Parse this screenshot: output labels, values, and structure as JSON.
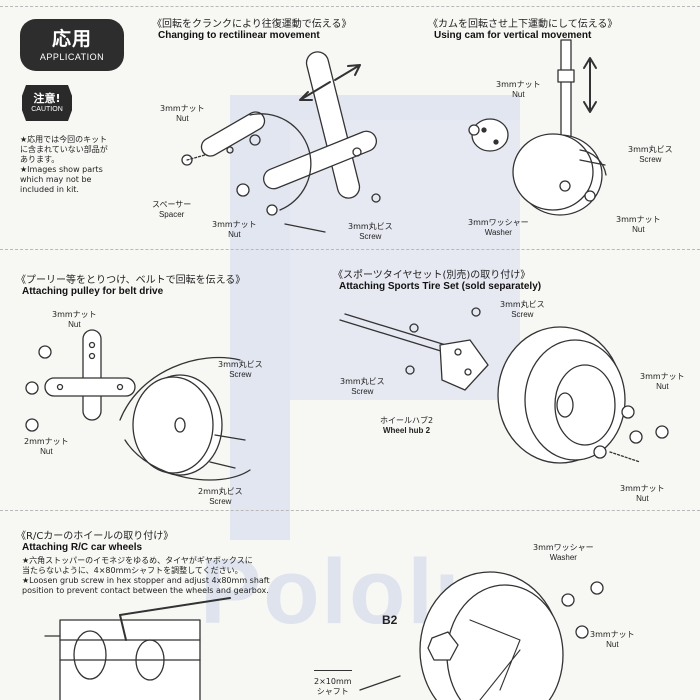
{
  "header": {
    "title_jp": "応用",
    "title_en": "APPLICATION"
  },
  "caution": {
    "title_jp": "注意!",
    "title_en": "CAUTION",
    "note_jp": [
      "★応用では今回のキット",
      "に含まれていない部品が",
      "あります。"
    ],
    "note_en": [
      "★Images show parts",
      "which may not be",
      "included in kit."
    ]
  },
  "sections": {
    "crank": {
      "title_jp": "《回転をクランクにより往復運動で伝える》",
      "title_en": "Changing to rectilinear movement",
      "labels": {
        "nut1": [
          "3mmナット",
          "Nut"
        ],
        "spacer": [
          "スペーサー",
          "Spacer"
        ],
        "nut2": [
          "3mmナット",
          "Nut"
        ],
        "screw": [
          "3mm丸ビス",
          "Screw"
        ]
      }
    },
    "cam": {
      "title_jp": "《カムを回転させ上下運動にして伝える》",
      "title_en": "Using cam for vertical movement",
      "labels": {
        "nut1": [
          "3mmナット",
          "Nut"
        ],
        "screw": [
          "3mm丸ビス",
          "Screw"
        ],
        "washer": [
          "3mmワッシャー",
          "Washer"
        ],
        "nut2": [
          "3mmナット",
          "Nut"
        ]
      }
    },
    "pulley": {
      "title_jp": "《プーリー等をとりつけ、ベルトで回転を伝える》",
      "title_en": "Attaching pulley for belt drive",
      "labels": {
        "nut1": [
          "3mmナット",
          "Nut"
        ],
        "screw1": [
          "3mm丸ビス",
          "Screw"
        ],
        "nut2": [
          "2mmナット",
          "Nut"
        ],
        "screw2": [
          "2mm丸ビス",
          "Screw"
        ]
      }
    },
    "sports": {
      "title_jp": "《スポーツタイヤセット(別売)の取り付け》",
      "title_en": "Attaching Sports Tire Set (sold separately)",
      "labels": {
        "screw1": [
          "3mm丸ビス",
          "Screw"
        ],
        "screw2": [
          "3mm丸ビス",
          "Screw"
        ],
        "hub": [
          "ホイールハブ2",
          "Wheel hub 2"
        ],
        "nut1": [
          "3mmナット",
          "Nut"
        ],
        "nut2": [
          "3mmナット",
          "Nut"
        ]
      }
    },
    "rc": {
      "title_jp": "《R/Cカーのホイールの取り付け》",
      "title_en": "Attaching R/C car wheels",
      "note_jp": [
        "★六角ストッパーのイモネジをゆるめ、タイヤがギヤボックスに",
        "当たらないように、4×80mmシャフトを調整してください。"
      ],
      "note_en": [
        "★Loosen grub screw in hex stopper and adjust 4x80mm shaft",
        "position to prevent contact between the wheels and gearbox."
      ],
      "labels": {
        "washer": [
          "3mmワッシャー",
          "Washer"
        ],
        "nut": [
          "3mmナット",
          "Nut"
        ],
        "part": "B2",
        "shaft": [
          "2×10mm",
          "シャフト"
        ]
      }
    }
  },
  "watermark": "Pololu",
  "colors": {
    "ink": "#222222",
    "paper": "#f7f7f4",
    "watermark": "#dfe3ef"
  }
}
